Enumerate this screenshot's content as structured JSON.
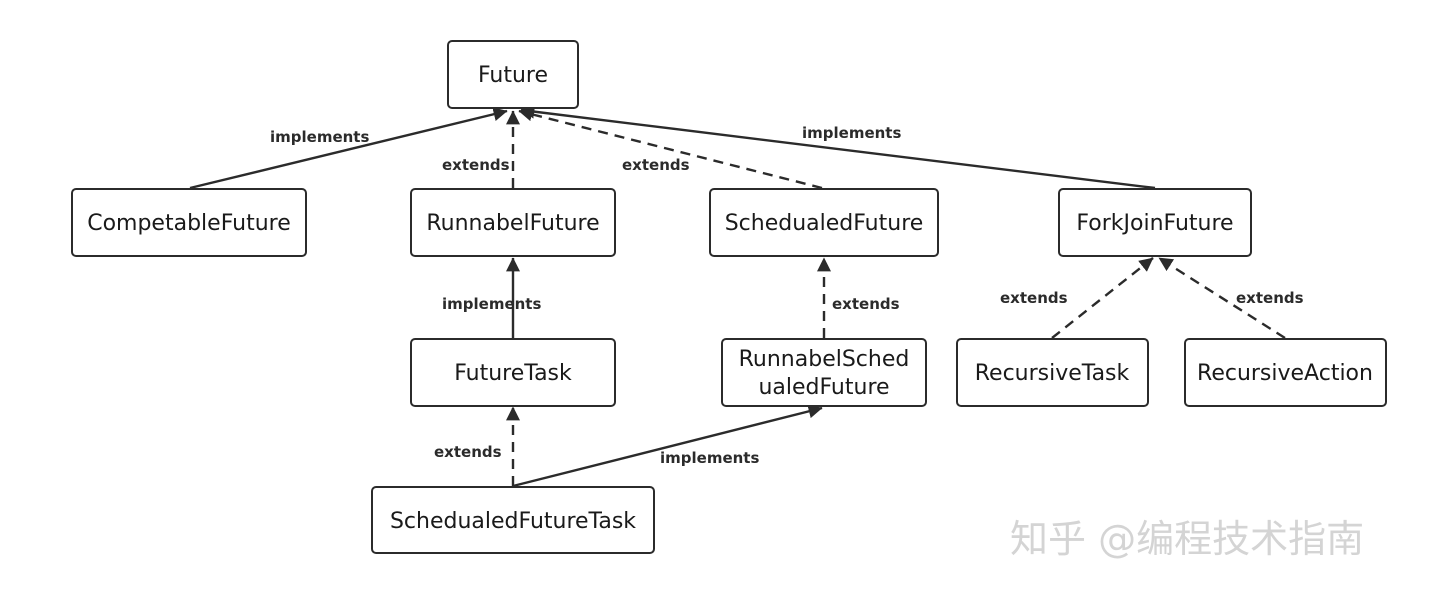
{
  "nodes": {
    "future": "Future",
    "competable_future": "CompetableFuture",
    "runnabel_future": "RunnabelFuture",
    "schedualed_future": "SchedualedFuture",
    "fork_join_future": "ForkJoinFuture",
    "future_task": "FutureTask",
    "runnabel_schedualed_future_line1": "RunnabelSched",
    "runnabel_schedualed_future_line2": "ualedFuture",
    "recursive_task": "RecursiveTask",
    "recursive_action": "RecursiveAction",
    "schedualed_future_task": "SchedualedFutureTask"
  },
  "edges": {
    "competable_to_future": "implements",
    "runnabel_to_future": "extends",
    "schedualed_to_future": "extends",
    "forkjoin_to_future": "implements",
    "futuretask_to_runnabel": "implements",
    "runnabelsched_to_schedualed": "extends",
    "recursivetask_to_forkjoin": "extends",
    "recursiveaction_to_forkjoin": "extends",
    "sft_to_futuretask": "extends",
    "sft_to_runnabelsched": "implements"
  },
  "watermark": "知乎 @编程技术指南"
}
